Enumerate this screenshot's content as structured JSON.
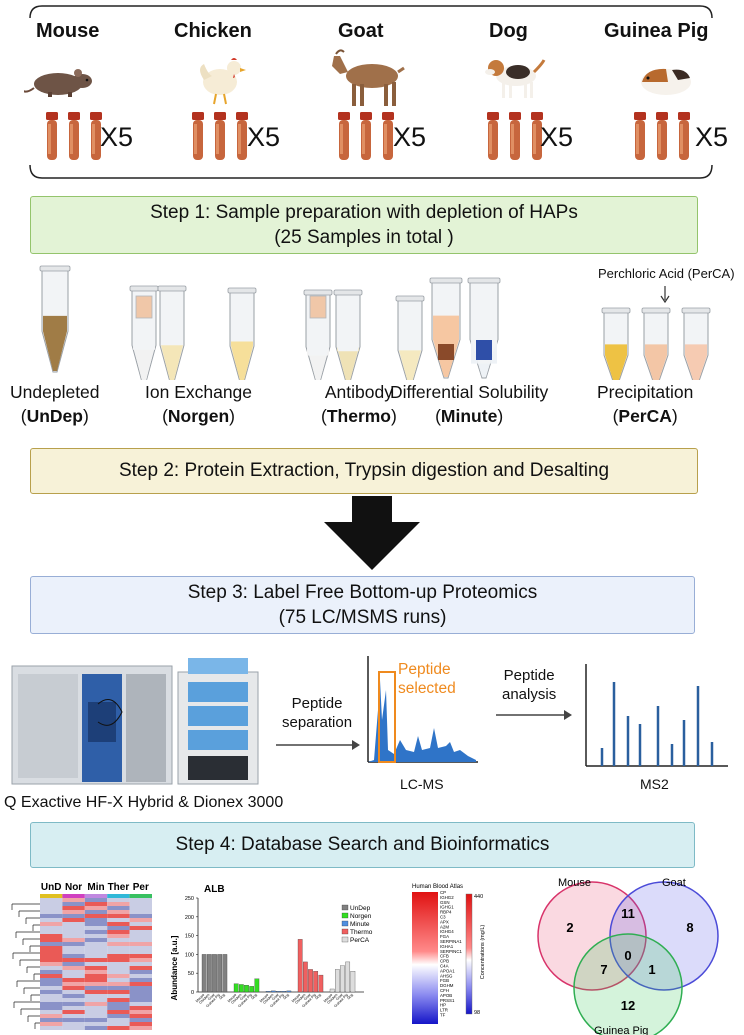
{
  "species": [
    {
      "name": "Mouse",
      "count": "X5"
    },
    {
      "name": "Chicken",
      "count": "X5"
    },
    {
      "name": "Goat",
      "count": "X5"
    },
    {
      "name": "Dog",
      "count": "X5"
    },
    {
      "name": "Guinea Pig",
      "count": "X5"
    }
  ],
  "steps": {
    "step1": {
      "line1": "Step 1: Sample preparation with depletion of HAPs",
      "line2": "(25 Samples in total )"
    },
    "step2": {
      "line1": "Step 2: Protein Extraction, Trypsin digestion and Desalting"
    },
    "step3": {
      "line1": "Step 3: Label Free Bottom-up Proteomics",
      "line2": "(75 LC/MSMS runs)"
    },
    "step4": {
      "line1": "Step 4: Database Search and Bioinformatics"
    }
  },
  "perca_note": "Perchloric Acid (PerCA)",
  "methods": [
    {
      "name": "Undepleted",
      "code": "UnDep"
    },
    {
      "name": "Ion Exchange",
      "code": "Norgen"
    },
    {
      "name": "Antibody",
      "code": "Thermo"
    },
    {
      "name": "Differential Solubility",
      "code": "Minute"
    },
    {
      "name": "Precipitation",
      "code": "PerCA"
    }
  ],
  "ms_section": {
    "instrument": "Q Exactive HF-X Hybrid & Dionex 3000",
    "separation": [
      "Peptide",
      "separation"
    ],
    "selected": [
      "Peptide",
      "selected"
    ],
    "lcms": "LC-MS",
    "analysis": [
      "Peptide",
      "analysis"
    ],
    "ms2": "MS2"
  },
  "heatmap": {
    "columns": [
      "UnD",
      "Nor",
      "Min",
      "Ther",
      "Per"
    ]
  },
  "bar_chart": {
    "title": "ALB",
    "ylabel": "Abundance [a.u.]",
    "legend": [
      "UnDep",
      "Norgen",
      "Minute",
      "Thermo",
      "PerCA"
    ],
    "colors": [
      "#808080",
      "#33dd22",
      "#4f8fe0",
      "#f06060",
      "#dddddd"
    ],
    "yticks": [
      "0",
      "50",
      "100",
      "150",
      "200",
      "250"
    ],
    "xlabels": [
      "Mouse",
      "Chicken",
      "Goat",
      "Guinea Pig",
      "Dog"
    ]
  },
  "chart_data": {
    "type": "bar",
    "title": "ALB",
    "ylabel": "Abundance [a.u.]",
    "ylim": [
      0,
      250
    ],
    "categories": [
      "Mouse",
      "Chicken",
      "Goat",
      "Guinea Pig",
      "Dog"
    ],
    "series": [
      {
        "name": "UnDep",
        "values": [
          100,
          100,
          100,
          100,
          100
        ]
      },
      {
        "name": "Norgen",
        "values": [
          22,
          20,
          18,
          15,
          35
        ]
      },
      {
        "name": "Minute",
        "values": [
          2,
          3,
          2,
          2,
          3
        ]
      },
      {
        "name": "Thermo",
        "values": [
          140,
          80,
          60,
          55,
          45
        ]
      },
      {
        "name": "PerCA",
        "values": [
          8,
          60,
          70,
          80,
          55
        ]
      }
    ]
  },
  "hba": {
    "title": "Human Blood Atlas",
    "axis": "Concentrations (mg/L)",
    "top": "440",
    "bottom": "98",
    "proteins": [
      "CP",
      "IGHG2",
      "GSN",
      "IGHG1",
      "RBP4",
      "C3",
      "APX",
      "A2M",
      "IGHG4",
      "FGA",
      "SERPINA1",
      "IGHA1",
      "SERPINC1",
      "CFB",
      "CPB",
      "C4A",
      "APOA1",
      "AHSG",
      "FGB",
      "DGHM",
      "CFH",
      "APOB",
      "PRSS1",
      "HP",
      "LTR",
      "TF"
    ]
  },
  "venn": {
    "labels": [
      "Mouse",
      "Goat",
      "Guinea Pig"
    ],
    "regions": {
      "mouse_only": "2",
      "goat_only": "8",
      "gp_only": "12",
      "mouse_goat": "11",
      "mouse_gp": "7",
      "goat_gp": "1",
      "all": "0"
    }
  }
}
